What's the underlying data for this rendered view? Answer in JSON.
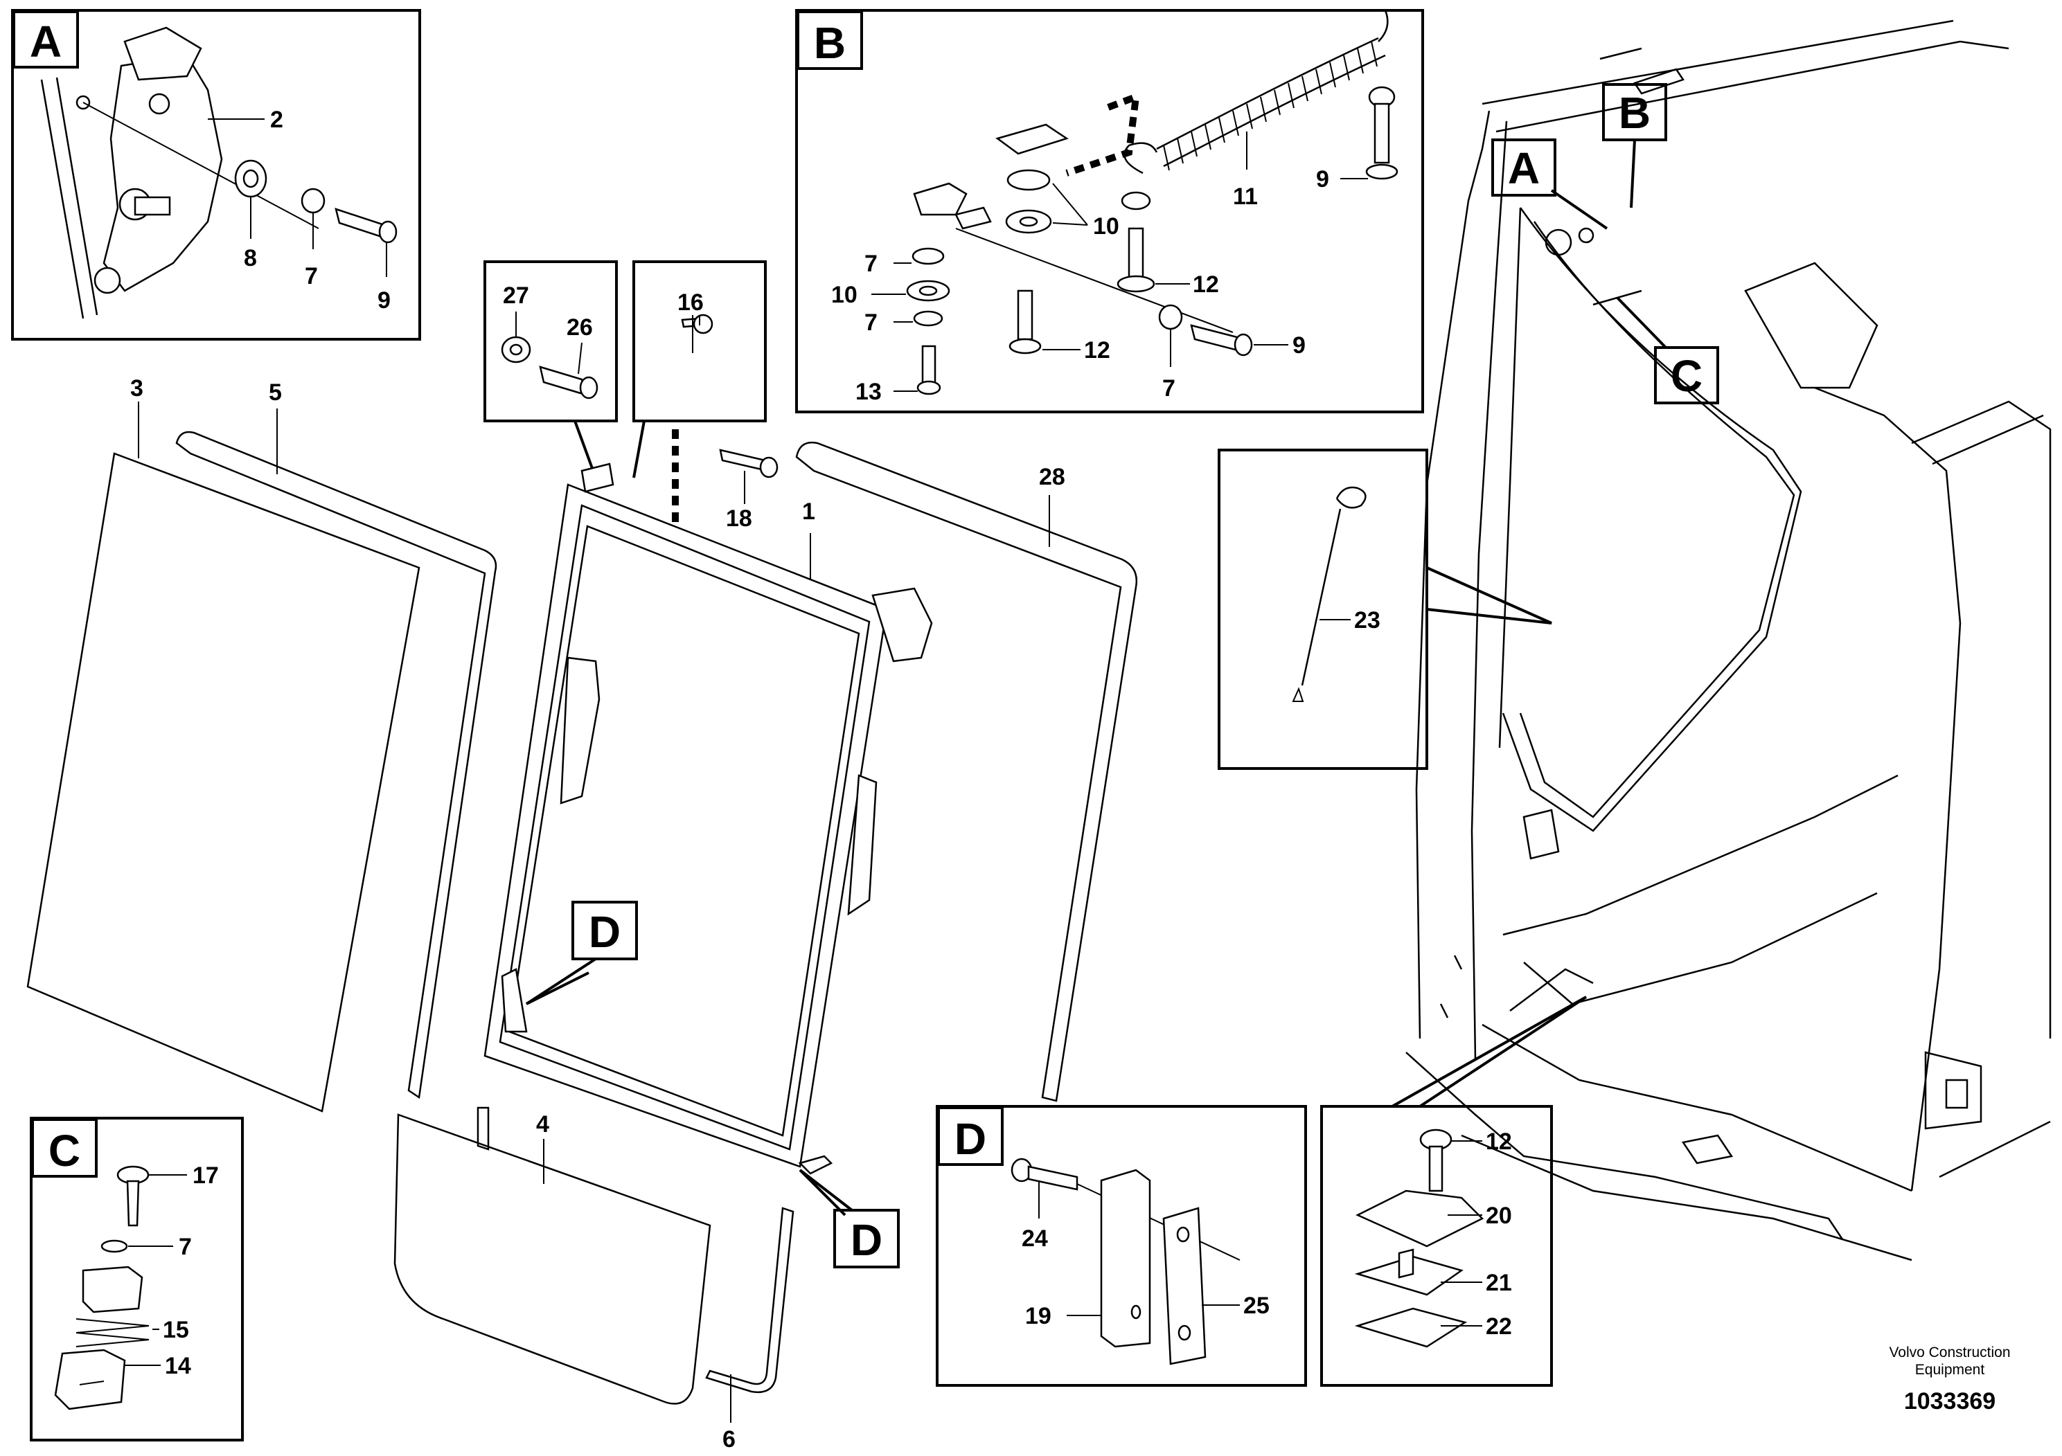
{
  "diagram": {
    "insets": {
      "A": {
        "letter": "A",
        "labels": [
          "2",
          "8",
          "7",
          "9"
        ]
      },
      "B": {
        "letter": "B",
        "labels": [
          "11",
          "9",
          "10",
          "7",
          "12",
          "10",
          "7",
          "12",
          "13",
          "9",
          "7"
        ]
      },
      "C": {
        "letter": "C",
        "labels": [
          "17",
          "7",
          "15",
          "14"
        ]
      },
      "D": {
        "letter": "D",
        "labels": [
          "24",
          "19",
          "25"
        ]
      },
      "E": {
        "labels": [
          "12",
          "20",
          "21",
          "22"
        ]
      },
      "callout_fastener": {
        "labels": [
          "27",
          "26"
        ]
      },
      "callout_screw": {
        "labels": [
          "16"
        ]
      },
      "callout_cable": {
        "labels": [
          "23"
        ]
      }
    },
    "main_labels": [
      "3",
      "5",
      "4",
      "6",
      "18",
      "1",
      "28"
    ],
    "view_tags": [
      "A",
      "B",
      "C",
      "D",
      "D"
    ],
    "credit_line1": "Volvo Construction",
    "credit_line2": "Equipment",
    "doc_id": "1033369"
  }
}
